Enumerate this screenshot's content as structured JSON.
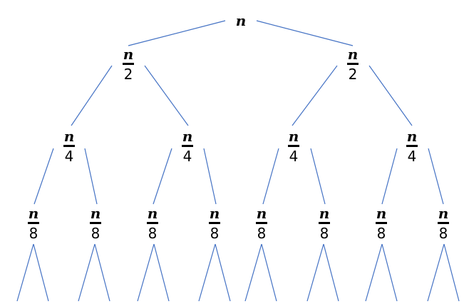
{
  "diagram": {
    "type": "recursion-tree",
    "edge_color": "#4472c4",
    "root": {
      "numerator": "n",
      "denominator": ""
    },
    "levels": [
      {
        "label_numerator": "n",
        "label_denominator": "2",
        "count": 2
      },
      {
        "label_numerator": "n",
        "label_denominator": "4",
        "count": 4
      },
      {
        "label_numerator": "n",
        "label_denominator": "8",
        "count": 8
      }
    ],
    "nodes": {
      "root": {
        "num": "n"
      },
      "l1": [
        {
          "num": "n",
          "den": "2"
        },
        {
          "num": "n",
          "den": "2"
        }
      ],
      "l2": [
        {
          "num": "n",
          "den": "4"
        },
        {
          "num": "n",
          "den": "4"
        },
        {
          "num": "n",
          "den": "4"
        },
        {
          "num": "n",
          "den": "4"
        }
      ],
      "l3": [
        {
          "num": "n",
          "den": "8"
        },
        {
          "num": "n",
          "den": "8"
        },
        {
          "num": "n",
          "den": "8"
        },
        {
          "num": "n",
          "den": "8"
        },
        {
          "num": "n",
          "den": "8"
        },
        {
          "num": "n",
          "den": "8"
        },
        {
          "num": "n",
          "den": "8"
        },
        {
          "num": "n",
          "den": "8"
        }
      ]
    }
  }
}
